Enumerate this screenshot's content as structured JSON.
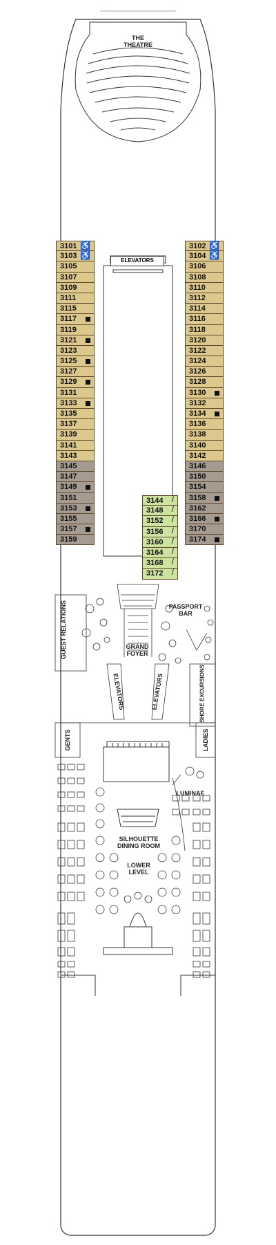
{
  "venues": {
    "theatre": "THE THEATRE",
    "elevators_top": "ELEVATORS",
    "passport_bar": "PASSPORT BAR",
    "grand_foyer": "GRAND FOYER",
    "guest_relations": "GUEST RELATIONS",
    "elevators_left": "ELEVATORS",
    "elevators_right": "ELEVATORS",
    "shore_excursions": "SHORE EXCURSIONS",
    "gents": "GENTS",
    "ladies": "LADIES",
    "luminae": "LUMINAE",
    "silhouette": "SILHOUETTE DINING ROOM",
    "lower_level": "LOWER LEVEL"
  },
  "cabins": {
    "left": [
      {
        "no": "3101",
        "cat": "tan",
        "mark": "accessible"
      },
      {
        "no": "3103",
        "cat": "tan",
        "mark": "accessible"
      },
      {
        "no": "3105",
        "cat": "tan",
        "mark": ""
      },
      {
        "no": "3107",
        "cat": "tan",
        "mark": ""
      },
      {
        "no": "3109",
        "cat": "tan",
        "mark": ""
      },
      {
        "no": "3111",
        "cat": "tan",
        "mark": ""
      },
      {
        "no": "3115",
        "cat": "tan",
        "mark": ""
      },
      {
        "no": "3117",
        "cat": "tan",
        "mark": "square"
      },
      {
        "no": "3119",
        "cat": "tan",
        "mark": ""
      },
      {
        "no": "3121",
        "cat": "tan",
        "mark": "square"
      },
      {
        "no": "3123",
        "cat": "tan",
        "mark": ""
      },
      {
        "no": "3125",
        "cat": "tan",
        "mark": "square"
      },
      {
        "no": "3127",
        "cat": "tan",
        "mark": ""
      },
      {
        "no": "3129",
        "cat": "tan",
        "mark": "square"
      },
      {
        "no": "3131",
        "cat": "tan",
        "mark": ""
      },
      {
        "no": "3133",
        "cat": "tan",
        "mark": "square"
      },
      {
        "no": "3135",
        "cat": "tan",
        "mark": ""
      },
      {
        "no": "3137",
        "cat": "tan",
        "mark": ""
      },
      {
        "no": "3139",
        "cat": "tan",
        "mark": ""
      },
      {
        "no": "3141",
        "cat": "tan",
        "mark": ""
      },
      {
        "no": "3143",
        "cat": "tan",
        "mark": ""
      },
      {
        "no": "3145",
        "cat": "grey",
        "mark": ""
      },
      {
        "no": "3147",
        "cat": "grey",
        "mark": ""
      },
      {
        "no": "3149",
        "cat": "grey",
        "mark": "square"
      },
      {
        "no": "3151",
        "cat": "grey",
        "mark": ""
      },
      {
        "no": "3153",
        "cat": "grey",
        "mark": "square"
      },
      {
        "no": "3155",
        "cat": "grey",
        "mark": ""
      },
      {
        "no": "3157",
        "cat": "grey",
        "mark": "square"
      },
      {
        "no": "3159",
        "cat": "grey",
        "mark": ""
      }
    ],
    "right": [
      {
        "no": "3102",
        "cat": "tan",
        "mark": "accessible"
      },
      {
        "no": "3104",
        "cat": "tan",
        "mark": "accessible"
      },
      {
        "no": "3106",
        "cat": "tan",
        "mark": ""
      },
      {
        "no": "3108",
        "cat": "tan",
        "mark": ""
      },
      {
        "no": "3110",
        "cat": "tan",
        "mark": ""
      },
      {
        "no": "3112",
        "cat": "tan",
        "mark": ""
      },
      {
        "no": "3114",
        "cat": "tan",
        "mark": ""
      },
      {
        "no": "3116",
        "cat": "tan",
        "mark": ""
      },
      {
        "no": "3118",
        "cat": "tan",
        "mark": ""
      },
      {
        "no": "3120",
        "cat": "tan",
        "mark": ""
      },
      {
        "no": "3122",
        "cat": "tan",
        "mark": ""
      },
      {
        "no": "3124",
        "cat": "tan",
        "mark": ""
      },
      {
        "no": "3126",
        "cat": "tan",
        "mark": ""
      },
      {
        "no": "3128",
        "cat": "tan",
        "mark": ""
      },
      {
        "no": "3130",
        "cat": "tan",
        "mark": "square"
      },
      {
        "no": "3132",
        "cat": "tan",
        "mark": ""
      },
      {
        "no": "3134",
        "cat": "tan",
        "mark": "square"
      },
      {
        "no": "3136",
        "cat": "tan",
        "mark": ""
      },
      {
        "no": "3138",
        "cat": "tan",
        "mark": ""
      },
      {
        "no": "3140",
        "cat": "tan",
        "mark": ""
      },
      {
        "no": "3142",
        "cat": "tan",
        "mark": ""
      },
      {
        "no": "3146",
        "cat": "grey",
        "mark": ""
      },
      {
        "no": "3150",
        "cat": "grey",
        "mark": ""
      },
      {
        "no": "3154",
        "cat": "grey",
        "mark": ""
      },
      {
        "no": "3158",
        "cat": "grey",
        "mark": "square"
      },
      {
        "no": "3162",
        "cat": "grey",
        "mark": ""
      },
      {
        "no": "3166",
        "cat": "grey",
        "mark": "square"
      },
      {
        "no": "3170",
        "cat": "grey",
        "mark": ""
      },
      {
        "no": "3174",
        "cat": "grey",
        "mark": "square"
      }
    ],
    "center": [
      {
        "no": "3144",
        "cat": "green",
        "mark": "slash"
      },
      {
        "no": "3148",
        "cat": "green",
        "mark": "slash"
      },
      {
        "no": "3152",
        "cat": "green",
        "mark": "slash"
      },
      {
        "no": "3156",
        "cat": "green",
        "mark": "slash"
      },
      {
        "no": "3160",
        "cat": "green",
        "mark": "slash"
      },
      {
        "no": "3164",
        "cat": "green",
        "mark": "slash"
      },
      {
        "no": "3168",
        "cat": "green",
        "mark": "slash"
      },
      {
        "no": "3172",
        "cat": "green",
        "mark": "slash"
      }
    ]
  },
  "colors": {
    "tan": "#dcc78c",
    "grey": "#a59b91",
    "green": "#cfe3a0",
    "outline": "#333333"
  },
  "icons": {
    "accessible": "wheelchair-icon",
    "square": "connecting-stateroom-icon",
    "slash": "balcony-divider-icon"
  }
}
